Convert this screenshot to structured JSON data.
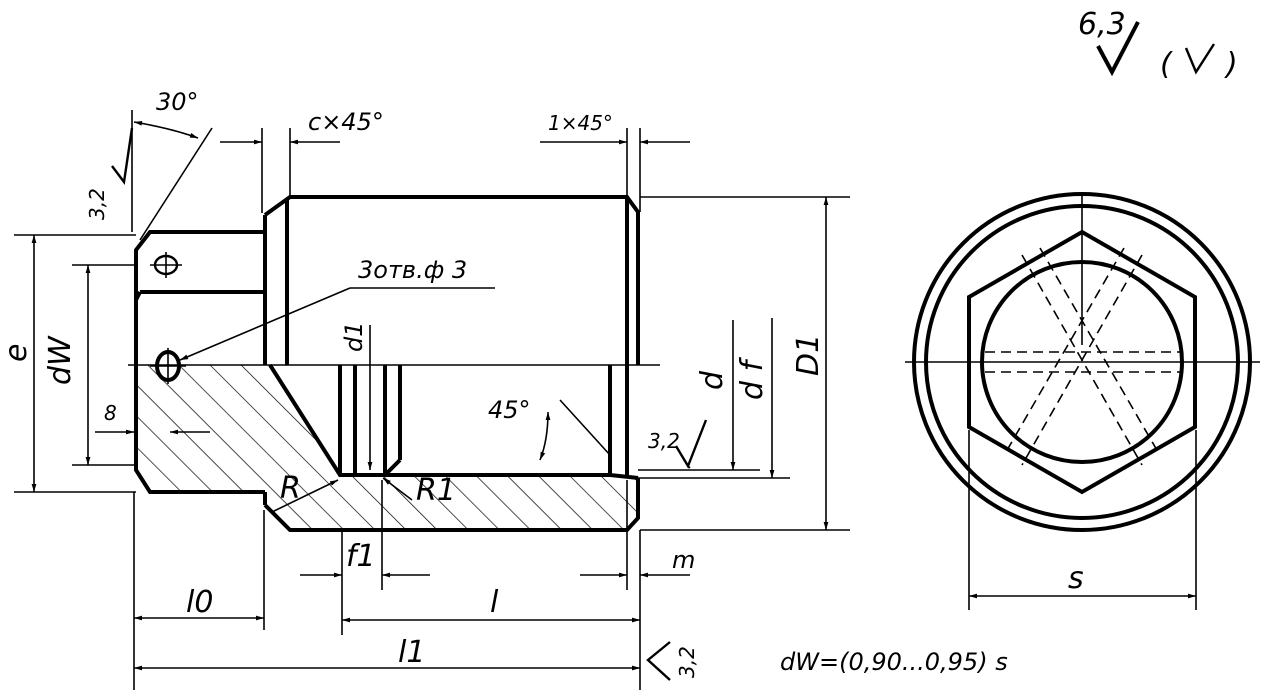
{
  "labels": {
    "roughness_top": "6,3",
    "roughness_paren_open": "(",
    "roughness_paren_close": ")",
    "chamfer_left_angle": "30°",
    "chamfer_c": "c×45°",
    "chamfer_1": "1×45°",
    "holes": "3отв.ф 3",
    "roughness_left": "3,2",
    "roughness_mid": "3,2",
    "roughness_bottom": "3,2",
    "dim_e": "e",
    "dim_dw": "dW",
    "dim_8": "8",
    "dim_d1": "d1",
    "dim_d": "d",
    "dim_df": "d f",
    "dim_D1": "D1",
    "angle_45": "45°",
    "radius_R": "R",
    "radius_R1": "R1",
    "dim_f1": "f1",
    "dim_m": "m",
    "dim_l0": "l0",
    "dim_l": "l",
    "dim_l1": "l1",
    "dim_s": "s",
    "formula": "dW=(0,90...0,95) s"
  }
}
